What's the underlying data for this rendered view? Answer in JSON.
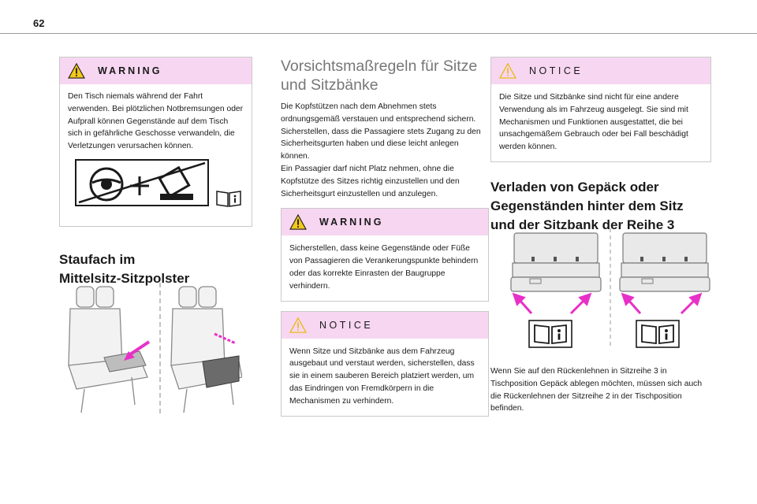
{
  "page_number": "62",
  "col1": {
    "warning": {
      "label": "WARNING",
      "text": "Den Tisch niemals während der Fahrt verwenden. Bei plötzlichen Notbremsungen oder Aufprall können Gegenstände auf dem Tisch sich in gefährliche Geschosse verwandeln, die Verletzungen verursachen können."
    },
    "heading_line1": "Staufach im",
    "heading_line2": "Mittelsitz-Sitzpolster"
  },
  "col2": {
    "heading_line1": "Vorsichtsmaßregeln für Sitze",
    "heading_line2": "und Sitzbänke",
    "para1": "Die Kopfstützen nach dem Abnehmen stets ordnungsgemäß verstauen und entsprechend sichern. Sicherstellen, dass die Passagiere stets Zugang zu den Sicherheitsgurten haben und diese leicht anlegen können.",
    "para2": "Ein Passagier darf nicht Platz nehmen, ohne die Kopfstütze des Sitzes richtig einzustellen und den Sicherheitsgurt einzustellen und anzulegen.",
    "warning": {
      "label": "WARNING",
      "text": "Sicherstellen, dass keine Gegenstände oder Füße von Passagieren die Verankerungspunkte behindern oder das korrekte Einrasten der Baugruppe verhindern."
    },
    "notice": {
      "label": "NOTICE",
      "text": "Wenn Sitze und Sitzbänke aus dem Fahrzeug ausgebaut und verstaut werden, sicherstellen, dass sie in einem sauberen Bereich platziert werden, um das Eindringen von Fremdkörpern in die Mechanismen zu verhindern."
    }
  },
  "col3": {
    "notice": {
      "label": "NOTICE",
      "text": "Die Sitze und Sitzbänke sind nicht für eine andere Verwendung als im Fahrzeug ausgelegt. Sie sind mit Mechanismen und Funktionen ausgestattet, die bei unsachgemäßem Gebrauch oder bei Fall beschädigt werden können."
    },
    "heading_line1": "Verladen von Gepäck oder",
    "heading_line2": "Gegenständen hinter dem Sitz",
    "heading_line3": "und der Sitzbank der Reihe 3",
    "para": "Wenn Sie auf den Rückenlehnen in Sitzreihe 3 in Tischposition Gepäck ablegen möchten, müssen sich auch die Rückenlehnen der Sitzreihe 2 in der Tischposition befinden."
  },
  "colors": {
    "accent_pink": "#f7d6f1",
    "arrow_magenta": "#e830c8",
    "warning_yellow": "#f2c81a"
  }
}
